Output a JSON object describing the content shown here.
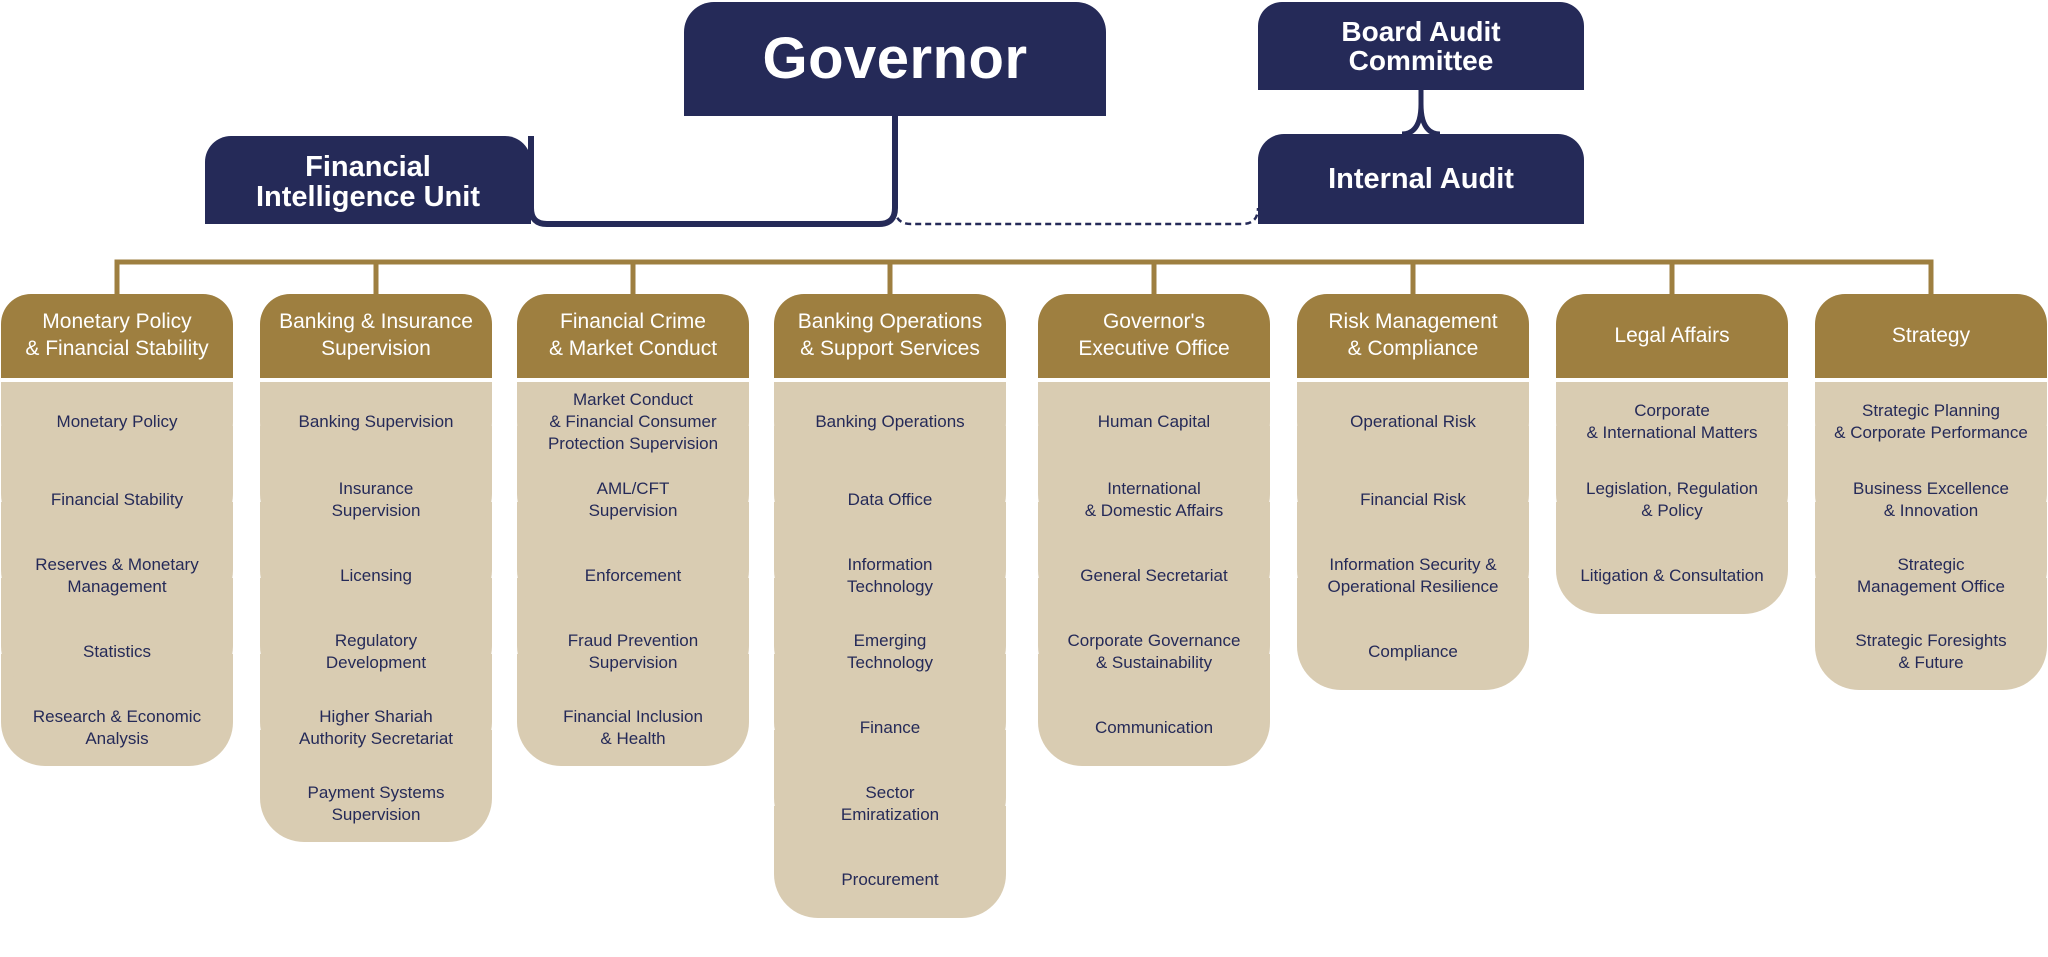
{
  "colors": {
    "navy": "#252a58",
    "gold": "#9e7f40",
    "sand": "#d9ccb2",
    "background": "#ffffff"
  },
  "top": {
    "governor": "Governor",
    "fiu": [
      "Financial",
      "Intelligence Unit"
    ],
    "board_audit": [
      "Board Audit",
      "Committee"
    ],
    "internal_audit": "Internal Audit"
  },
  "departments": [
    {
      "title": [
        "Monetary Policy",
        "& Financial Stability"
      ],
      "units": [
        [
          "Monetary Policy"
        ],
        [
          "Financial Stability"
        ],
        [
          "Reserves & Monetary",
          "Management"
        ],
        [
          "Statistics"
        ],
        [
          "Research & Economic",
          "Analysis"
        ]
      ]
    },
    {
      "title": [
        "Banking & Insurance",
        "Supervision"
      ],
      "units": [
        [
          "Banking Supervision"
        ],
        [
          "Insurance",
          "Supervision"
        ],
        [
          "Licensing"
        ],
        [
          "Regulatory",
          "Development"
        ],
        [
          "Higher Shariah",
          "Authority Secretariat"
        ],
        [
          "Payment Systems",
          "Supervision"
        ]
      ]
    },
    {
      "title": [
        "Financial Crime",
        "& Market Conduct"
      ],
      "units": [
        [
          "Market Conduct",
          "& Financial Consumer",
          "Protection Supervision"
        ],
        [
          "AML/CFT",
          "Supervision"
        ],
        [
          "Enforcement"
        ],
        [
          "Fraud Prevention",
          "Supervision"
        ],
        [
          "Financial Inclusion",
          "& Health"
        ]
      ]
    },
    {
      "title": [
        "Banking Operations",
        "& Support Services"
      ],
      "units": [
        [
          "Banking Operations"
        ],
        [
          "Data Office"
        ],
        [
          "Information",
          "Technology"
        ],
        [
          "Emerging",
          "Technology"
        ],
        [
          "Finance"
        ],
        [
          "Sector",
          "Emiratization"
        ],
        [
          "Procurement"
        ]
      ]
    },
    {
      "title": [
        "Governor's",
        "Executive Office"
      ],
      "units": [
        [
          "Human Capital"
        ],
        [
          "International",
          "& Domestic Affairs"
        ],
        [
          "General Secretariat"
        ],
        [
          "Corporate Governance",
          "& Sustainability"
        ],
        [
          "Communication"
        ]
      ]
    },
    {
      "title": [
        "Risk Management",
        "& Compliance"
      ],
      "units": [
        [
          "Operational Risk"
        ],
        [
          "Financial Risk"
        ],
        [
          "Information Security &",
          "Operational Resilience"
        ],
        [
          "Compliance"
        ]
      ]
    },
    {
      "title": [
        "Legal Affairs"
      ],
      "units": [
        [
          "Corporate",
          "& International Matters"
        ],
        [
          "Legislation, Regulation",
          "& Policy"
        ],
        [
          "Litigation & Consultation"
        ]
      ]
    },
    {
      "title": [
        "Strategy"
      ],
      "units": [
        [
          "Strategic Planning",
          "& Corporate Performance"
        ],
        [
          "Business Excellence",
          "& Innovation"
        ],
        [
          "Strategic",
          "Management Office"
        ],
        [
          "Strategic Foresights",
          "& Future"
        ]
      ]
    }
  ]
}
